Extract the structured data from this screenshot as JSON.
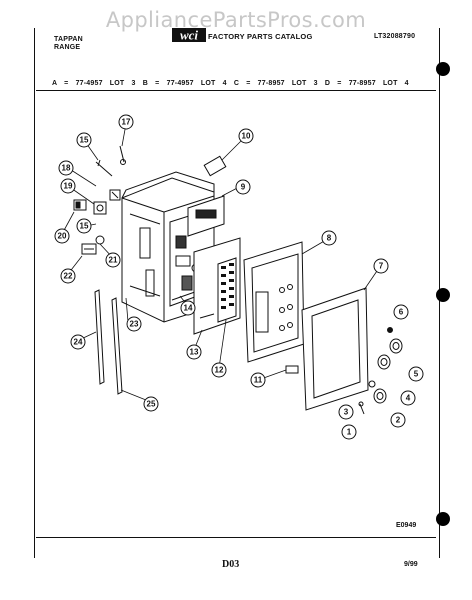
{
  "watermark": "AppliancePartsPros.com",
  "header": {
    "brand_line1": "TAPPAN",
    "brand_line2": "RANGE",
    "logo_text": "wci",
    "catalog_title": "FACTORY PARTS CATALOG",
    "document_number": "LT32088790",
    "model_variants": "A = 77-4957 LOT 3   B = 77-4957 LOT 4   C = 77-8957 LOT 3   D = 77-8957 LOT 4"
  },
  "diagram": {
    "callouts": [
      "1",
      "2",
      "3",
      "4",
      "5",
      "6",
      "7",
      "8",
      "9",
      "10",
      "11",
      "12",
      "13",
      "14",
      "15",
      "15",
      "17",
      "18",
      "19",
      "20",
      "21",
      "22",
      "23",
      "24",
      "25"
    ],
    "reference_code": "E0949"
  },
  "footer": {
    "page_code": "D03",
    "date": "9/99"
  }
}
